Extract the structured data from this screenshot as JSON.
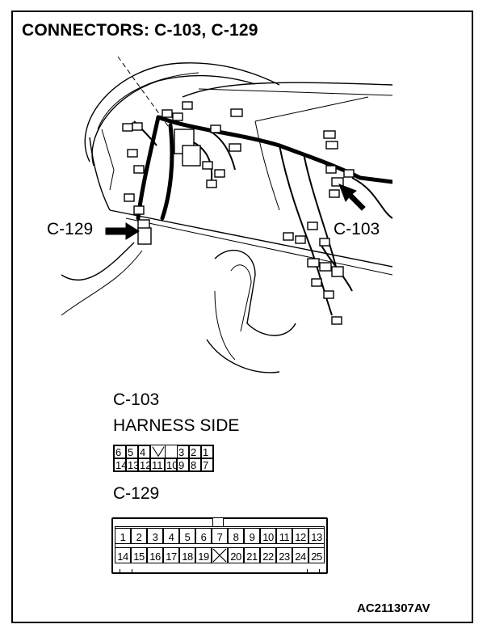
{
  "title": "CONNECTORS: C-103, C-129",
  "callouts": {
    "c129": "C-129",
    "c103": "C-103"
  },
  "c103": {
    "label": "C-103",
    "sublabel": "HARNESS SIDE",
    "row1": [
      "6",
      "5",
      "4",
      "",
      "",
      "3",
      "2",
      "1"
    ],
    "row2": [
      "14",
      "13",
      "12",
      "11",
      "10",
      "9",
      "8",
      "7"
    ]
  },
  "c129": {
    "label": "C-129",
    "row1": [
      "1",
      "2",
      "3",
      "4",
      "5",
      "6",
      "7",
      "8",
      "9",
      "10",
      "11",
      "12",
      "13"
    ],
    "row2": [
      "14",
      "15",
      "16",
      "17",
      "18",
      "19",
      "",
      "20",
      "21",
      "22",
      "23",
      "24",
      "25"
    ]
  },
  "figure_code": "AC211307AV"
}
